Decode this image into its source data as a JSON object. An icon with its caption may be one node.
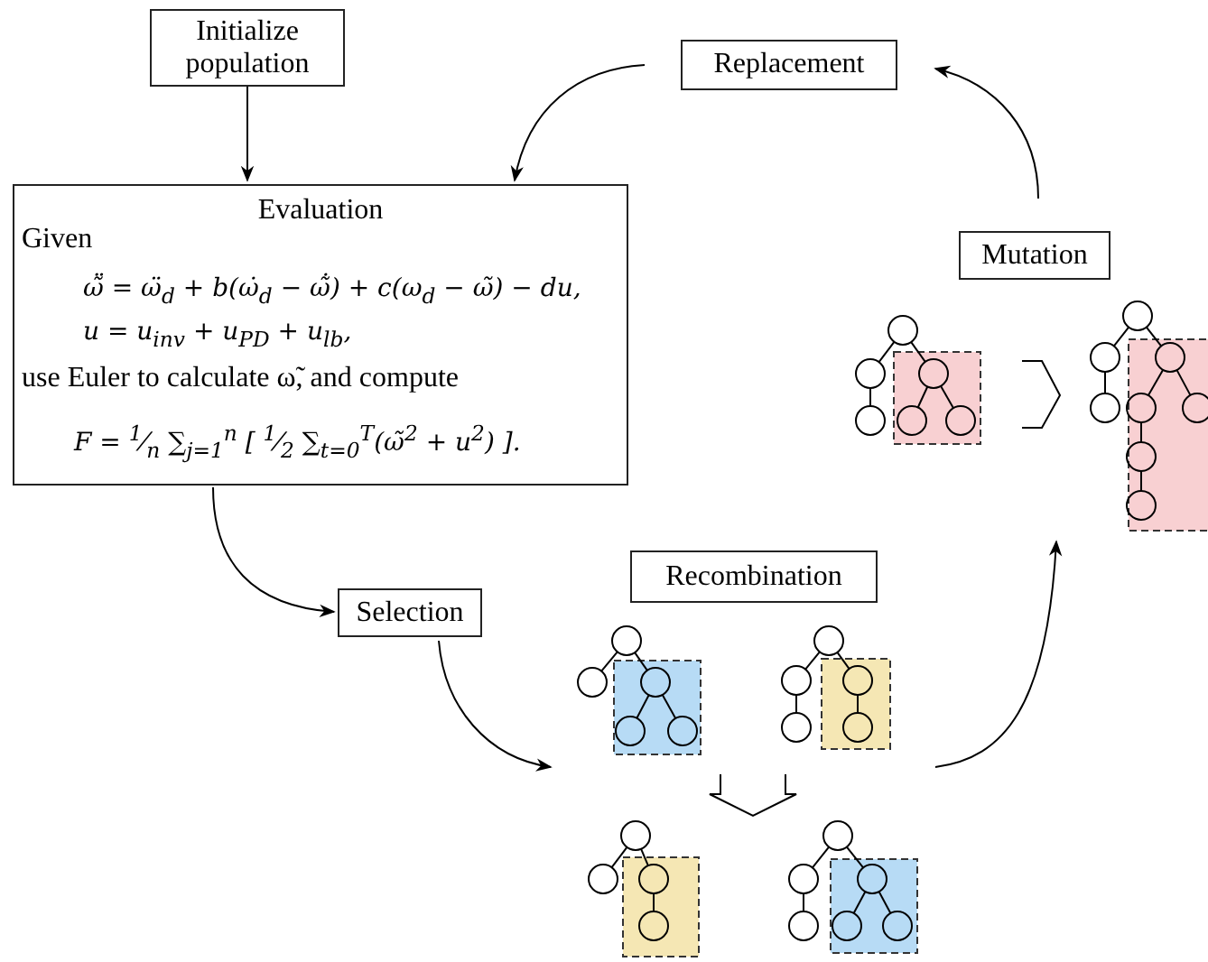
{
  "diagram": {
    "nodes": [
      {
        "text": [
          "Initialize population"
        ]
      },
      {
        "text": [
          "Evaluation",
          "Given",
          "ω̃̈ = ω̈$_{d}$ + b(ω̇$_{d}$ − ω̃̇) + c(ω$_{d}$ − ω̃) − du,",
          "u = u$_{inv}$ + u$_{PD}$ + u$_{lb}$,",
          "use Euler to calculate ω̃, and compute",
          "F = $^{1}$⁄$_{n}$ ∑$_{j=1}$$^{n}$ [ $^{1}$⁄$_{2}$ ∑$_{t=0}$$^{T}$(ω̃$^{2}$ + u$^{2}$) ]."
        ]
      },
      {
        "text": [
          "Selection"
        ]
      },
      {
        "text": [
          "Recombination"
        ]
      },
      {
        "text": [
          "Mutation"
        ]
      },
      {
        "text": [
          "Replacement"
        ]
      },
      {
        "text": [],
        "shape": "picture"
      },
      {
        "text": [],
        "shape": "picture"
      }
    ],
    "edges": [
      {
        "from": 0,
        "to": 1,
        "arrow": "to"
      },
      {
        "from": 1,
        "to": 2,
        "arrow": "to"
      },
      {
        "from": 2,
        "to": 6,
        "arrow": "to"
      },
      {
        "from": 6,
        "to": 7,
        "arrow": "to"
      },
      {
        "from": 4,
        "to": 5,
        "arrow": "to"
      },
      {
        "from": 5,
        "to": 1,
        "arrow": "to"
      }
    ]
  }
}
